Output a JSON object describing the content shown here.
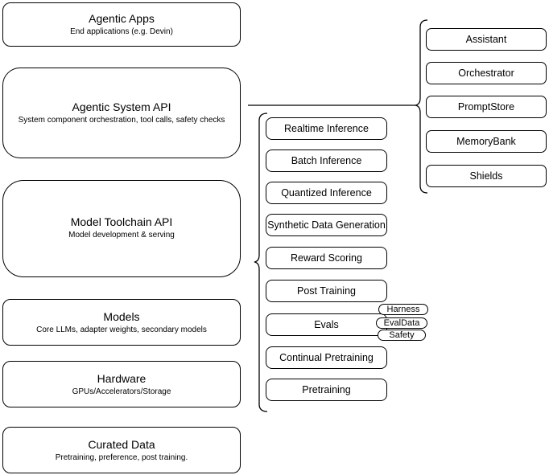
{
  "diagram": {
    "colors": {
      "stroke": "#000000",
      "background": "#ffffff",
      "text": "#000000"
    },
    "left_column": [
      {
        "title": "Agentic Apps",
        "subtitle": "End applications (e.g. Devin)"
      },
      {
        "title": "Agentic System API",
        "subtitle": "System component orchestration, tool calls, safety checks"
      },
      {
        "title": "Model Toolchain API",
        "subtitle": "Model development & serving"
      },
      {
        "title": "Models",
        "subtitle": "Core LLMs, adapter weights, secondary models"
      },
      {
        "title": "Hardware",
        "subtitle": "GPUs/Accelerators/Storage"
      },
      {
        "title": "Curated Data",
        "subtitle": "Pretraining, preference, post training."
      }
    ],
    "toolchain_components": {
      "items": [
        "Realtime Inference",
        "Batch Inference",
        "Quantized Inference",
        "Synthetic Data Generation",
        "Reward Scoring",
        "Post Training",
        "Evals",
        "Continual Pretraining",
        "Pretraining"
      ]
    },
    "evals_tags": [
      "Harness",
      "EvalData",
      "Safety"
    ],
    "system_components": {
      "items": [
        "Assistant",
        "Orchestrator",
        "PromptStore",
        "MemoryBank",
        "Shields"
      ]
    }
  }
}
